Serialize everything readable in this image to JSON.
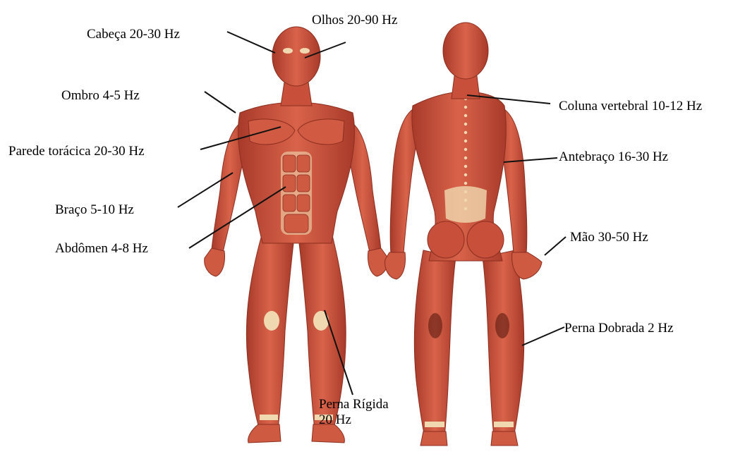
{
  "labels": {
    "eyes": "Olhos 20-90 Hz",
    "head": "Cabeça 20-30 Hz",
    "shoulder": "Ombro 4-5 Hz",
    "chest_wall": "Parede torácica 20-30 Hz",
    "arm": "Braço 5-10 Hz",
    "abdomen": "Abdômen 4-8 Hz",
    "spine": "Coluna vertebral  10-12 Hz",
    "forearm": "Antebraço 16-30 Hz",
    "hand": "Mão 30-50 Hz",
    "bent_leg": "Perna Dobrada 2 Hz",
    "rigid_leg_line1": "Perna Rígida",
    "rigid_leg_line2": "20 Hz"
  },
  "colors": {
    "muscle": "#c8503a",
    "muscle_dark": "#9e3526",
    "muscle_light": "#e07a5f",
    "tendon": "#f0d9b0",
    "leader_line": "#111111"
  }
}
